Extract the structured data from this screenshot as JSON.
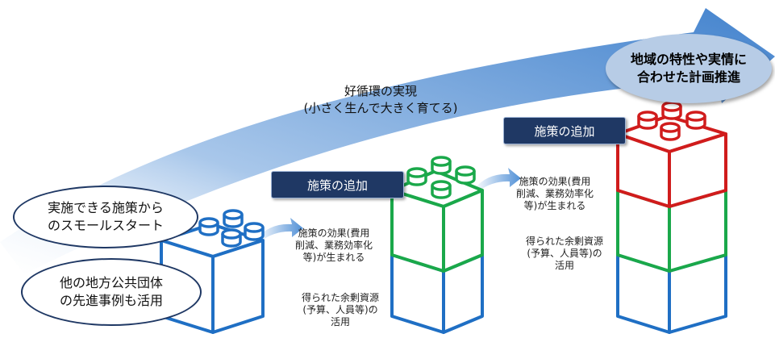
{
  "cycle": {
    "label": "好循環の実現\n(小さく生んで大きく育てる)"
  },
  "start_ovals": [
    {
      "text": "実施できる施策から\nのスモールスタート"
    },
    {
      "text": "他の地方公共団体\nの先進事例も活用"
    }
  ],
  "goal": {
    "text": "地域の特性や実情に\n合わせた計画推進"
  },
  "add_tags": [
    {
      "label": "施策の追加"
    },
    {
      "label": "施策の追加"
    }
  ],
  "effects": [
    {
      "text": "施策の効果(費用\n削減、業務効率化\n等)が生まれる"
    },
    {
      "text": "施策の効果(費用\n削減、業務効率化\n等)が生まれる"
    }
  ],
  "surplus": [
    {
      "text": "得られた余剰資源\n(予算、人員等)の\n活用"
    },
    {
      "text": "得られた余剰資源\n(予算、人員等)の\n活用"
    }
  ],
  "colors": {
    "blue": "#1f6fc4",
    "green": "#1aa84a",
    "red": "#d01c1c",
    "navy": "#1f3864",
    "arrow": "#2e75c8",
    "goal_fill": "#b7cce6"
  }
}
